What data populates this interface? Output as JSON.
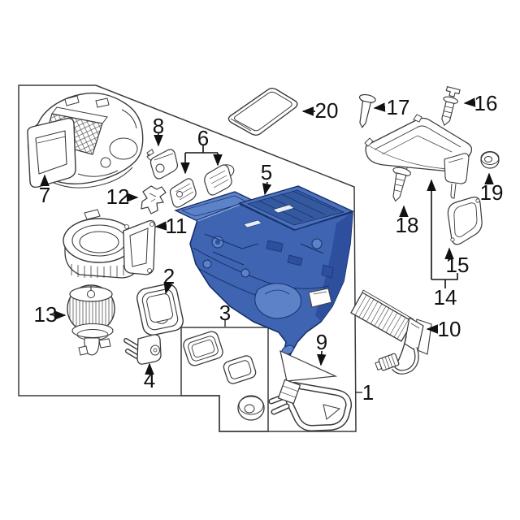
{
  "figure": {
    "kind": "exploded-parts-diagram",
    "subject": "Vehicle HVAC evaporator and heater case exploded parts diagram",
    "background_color": "#ffffff",
    "line_color": "#3a3a3a",
    "label_color": "#111111",
    "highlight_color": "#3f65b2"
  },
  "part_labels": [
    {
      "number": "1"
    },
    {
      "number": "2"
    },
    {
      "number": "3"
    },
    {
      "number": "4"
    },
    {
      "number": "5"
    },
    {
      "number": "6"
    },
    {
      "number": "7"
    },
    {
      "number": "8"
    },
    {
      "number": "9"
    },
    {
      "number": "10"
    },
    {
      "number": "11"
    },
    {
      "number": "12"
    },
    {
      "number": "13"
    },
    {
      "number": "14"
    },
    {
      "number": "15"
    },
    {
      "number": "16"
    },
    {
      "number": "17"
    },
    {
      "number": "18"
    },
    {
      "number": "19"
    },
    {
      "number": "20"
    }
  ]
}
